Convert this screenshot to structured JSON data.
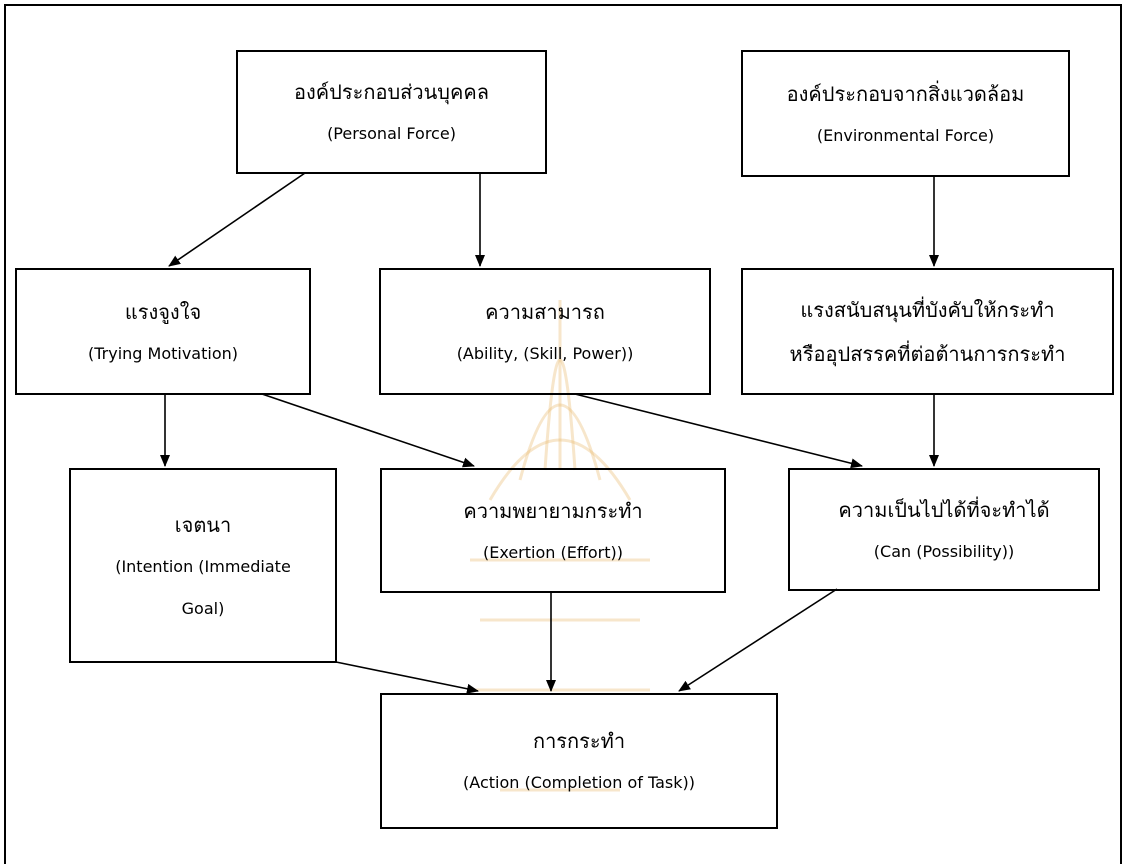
{
  "colors": {
    "stroke": "#000000",
    "watermark": "#e8b86a"
  },
  "nodes": {
    "personal": {
      "th": "องค์ประกอบส่วนบุคคล",
      "en": "(Personal Force)"
    },
    "environmental": {
      "th": "องค์ประกอบจากสิ่งแวดล้อม",
      "en": "(Environmental Force)"
    },
    "motivation": {
      "th": "แรงจูงใจ",
      "en": "(Trying Motivation)"
    },
    "ability": {
      "th": "ความสามารถ",
      "en": "(Ability, (Skill, Power))"
    },
    "support": {
      "th1": "แรงสนับสนุนที่บังคับให้กระทำ",
      "th2": "หรืออุปสรรคที่ต่อต้านการกระทำ"
    },
    "intention": {
      "th": "เจตนา",
      "en1": "(Intention (Immediate",
      "en2": "Goal)"
    },
    "exertion": {
      "th": "ความพยายามกระทำ",
      "en": "(Exertion (Effort))"
    },
    "can": {
      "th": "ความเป็นไปได้ที่จะทำได้",
      "en": "(Can (Possibility))"
    },
    "action": {
      "th": "การกระทำ",
      "en": "(Action (Completion of Task))"
    }
  },
  "edges": [
    {
      "from": "personal",
      "to": "motivation"
    },
    {
      "from": "personal",
      "to": "ability"
    },
    {
      "from": "environmental",
      "to": "support"
    },
    {
      "from": "motivation",
      "to": "intention"
    },
    {
      "from": "motivation",
      "to": "exertion"
    },
    {
      "from": "ability",
      "to": "can"
    },
    {
      "from": "support",
      "to": "can"
    },
    {
      "from": "intention",
      "to": "action"
    },
    {
      "from": "exertion",
      "to": "action"
    },
    {
      "from": "can",
      "to": "action"
    }
  ]
}
